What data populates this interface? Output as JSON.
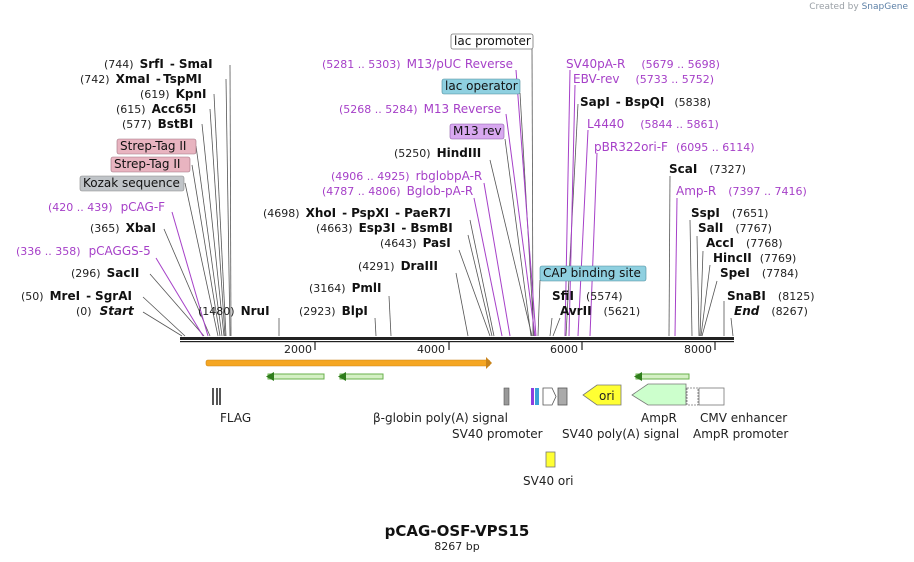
{
  "credit": {
    "prefix": "Created by",
    "brand": "SnapGene"
  },
  "plasmid": {
    "name": "pCAG-OSF-VPS15",
    "length_label": "8267 bp",
    "length": 8267
  },
  "axis_ticks": [
    "2000",
    "4000",
    "6000",
    "8000"
  ],
  "sites": [
    {
      "pos": "(744)",
      "name": "SrfI",
      "sep": "-",
      "name2": "SmaI"
    },
    {
      "pos": "(742)",
      "name": "XmaI",
      "sep": "-",
      "name2": "TspMI"
    },
    {
      "pos": "(619)",
      "name": "KpnI"
    },
    {
      "pos": "(615)",
      "name": "Acc65I"
    },
    {
      "pos": "(577)",
      "name": "BstBI"
    },
    {
      "pos": "(365)",
      "name": "XbaI"
    },
    {
      "pos": "(296)",
      "name": "SacII"
    },
    {
      "pos": "(50)",
      "name": "MreI",
      "sep": "-",
      "name2": "SgrAI"
    },
    {
      "pos": "(0)",
      "name": "Start"
    },
    {
      "pos": "(1480)",
      "name": "NruI"
    },
    {
      "pos": "(2923)",
      "name": "BlpI"
    },
    {
      "pos": "(3164)",
      "name": "PmlI"
    },
    {
      "pos": "(4291)",
      "name": "DraIII"
    },
    {
      "pos": "(4643)",
      "name": "PasI"
    },
    {
      "pos": "(4663)",
      "name": "Esp3I",
      "sep": "-",
      "name2": "BsmBI"
    },
    {
      "pos": "(4698)",
      "name": "XhoI",
      "sep": "-",
      "name2": "PspXI",
      "sep2": "-",
      "name3": "PaeR7I"
    },
    {
      "pos": "(5250)",
      "name": "HindIII"
    },
    {
      "pos": "(5838)",
      "name": "SapI",
      "sep": "-",
      "name2": "BspQI"
    },
    {
      "pos": "(5574)",
      "name": "SfiI"
    },
    {
      "pos": "(5621)",
      "name": "AvrII"
    },
    {
      "pos": "(7327)",
      "name": "ScaI"
    },
    {
      "pos": "(7651)",
      "name": "SspI"
    },
    {
      "pos": "(7767)",
      "name": "SalI"
    },
    {
      "pos": "(7768)",
      "name": "AccI"
    },
    {
      "pos": "(7769)",
      "name": "HincII"
    },
    {
      "pos": "(7784)",
      "name": "SpeI"
    },
    {
      "pos": "(8125)",
      "name": "SnaBI"
    },
    {
      "pos": "(8267)",
      "name": "End"
    }
  ],
  "primers": [
    {
      "pos": "(420 .. 439)",
      "name": "pCAG-F"
    },
    {
      "pos": "(336 .. 358)",
      "name": "pCAGGS-5"
    },
    {
      "pos": "(5281 .. 5303)",
      "name": "M13/pUC Reverse"
    },
    {
      "pos": "(5268 .. 5284)",
      "name": "M13 Reverse"
    },
    {
      "pos": "(4906 .. 4925)",
      "name": "rbglobpA-R"
    },
    {
      "pos": "(4787 .. 4806)",
      "name": "Bglob-pA-R"
    },
    {
      "pos": "(5679 .. 5698)",
      "name": "SV40pA-R"
    },
    {
      "pos": "(5733 .. 5752)",
      "name": "EBV-rev"
    },
    {
      "pos": "(5844 .. 5861)",
      "name": "L4440"
    },
    {
      "pos": "(6095 .. 6114)",
      "name": "pBR322ori-F"
    },
    {
      "pos": "(7397 .. 7416)",
      "name": "Amp-R"
    }
  ],
  "badges": [
    {
      "label": "Strep-Tag II",
      "color": "#e8b4c0"
    },
    {
      "label": "Strep-Tag II",
      "color": "#e8b4c0"
    },
    {
      "label": "Kozak sequence",
      "color": "#c0c4c8"
    },
    {
      "label": "lac promoter",
      "color": "#ffffff"
    },
    {
      "label": "lac operator",
      "color": "#8fd0e0"
    },
    {
      "label": "M13 rev",
      "color": "#d8a8f0"
    },
    {
      "label": "CAP binding site",
      "color": "#8fd0e0"
    }
  ],
  "features": [
    {
      "label": "FLAG"
    },
    {
      "label": "β-globin poly(A) signal"
    },
    {
      "label": "SV40 promoter"
    },
    {
      "label": "SV40 poly(A) signal"
    },
    {
      "label": "ori",
      "color": "#ffff33"
    },
    {
      "label": "AmpR",
      "color": "#ccffcc"
    },
    {
      "label": "CMV enhancer"
    },
    {
      "label": "AmpR promoter"
    },
    {
      "label": "SV40 ori",
      "color": "#ffff33"
    }
  ],
  "colors": {
    "orf": "#f5a623",
    "orf_green": "#6ab04c",
    "primer": "#a640c8",
    "backbone": "#222222"
  }
}
